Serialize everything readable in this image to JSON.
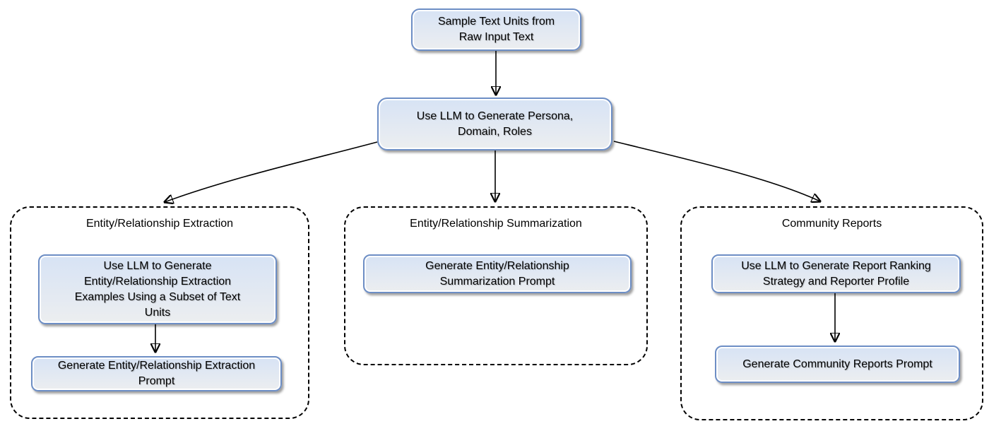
{
  "flowchart": {
    "top": {
      "sample_text_units": "Sample Text Units from\nRaw Input Text",
      "persona_domain_roles": "Use LLM to Generate Persona,\nDomain, Roles"
    },
    "groups": {
      "extraction": {
        "title": "Entity/Relationship Extraction",
        "examples_box": "Use LLM to Generate\nEntity/Relationship Extraction\nExamples Using a Subset of Text\nUnits",
        "prompt_box": "Generate Entity/Relationship Extraction\nPrompt"
      },
      "summarization": {
        "title": "Entity/Relationship Summarization",
        "prompt_box": "Generate Entity/Relationship\nSummarization Prompt"
      },
      "community": {
        "title": "Community Reports",
        "ranking_box": "Use LLM to Generate Report Ranking\nStrategy and Reporter Profile",
        "prompt_box": "Generate Community Reports Prompt"
      }
    },
    "colors": {
      "node_border": "#6d8ec5",
      "node_fill_top": "#d7e3f5",
      "node_fill_bottom": "#eceef0",
      "arrow": "#000000",
      "group_border": "#000000",
      "background": "#ffffff"
    }
  }
}
